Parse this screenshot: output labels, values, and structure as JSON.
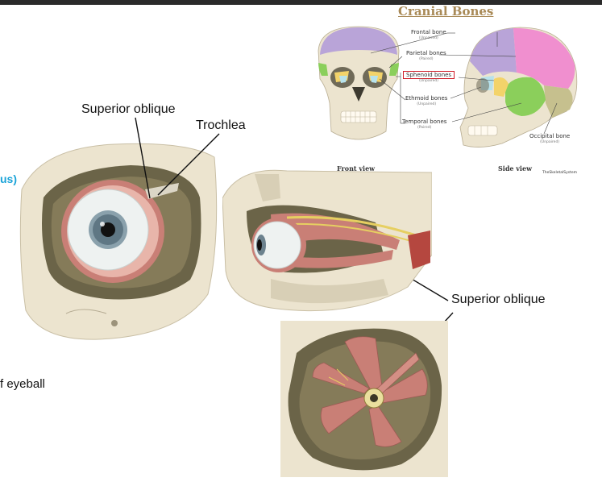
{
  "slide": {
    "partial_heading": "us)",
    "partial_text": "f eyeball"
  },
  "cranial": {
    "title": "Cranial Bones",
    "labels": {
      "frontal": "Frontal bone",
      "frontal_sub": "(Unpaired)",
      "parietal": "Parietal bones",
      "parietal_sub": "(Paired)",
      "sphenoid": "Sphenoid bones",
      "sphenoid_sub": "(Unpaired)",
      "ethmoid": "Ethmoid bones",
      "ethmoid_sub": "(Unpaired)",
      "temporal": "Temporal bones",
      "temporal_sub": "(Paired)",
      "occipital": "Occipital bone",
      "occipital_sub": "(Unpaired)"
    },
    "front_view": "Front view",
    "side_view": "Side view",
    "credit": "TheSkeletalSystem"
  },
  "labels": {
    "superior_oblique_1": "Superior oblique",
    "trochlea": "Trochlea",
    "superior_oblique_2": "Superior  oblique"
  },
  "colors": {
    "bone": "#ece4cf",
    "frontal": "#b9a4d8",
    "parietal": "#f08fcf",
    "occipital": "#c6c08e",
    "temporal": "#8bcf5b",
    "sphenoid": "#f3d36a",
    "ethmoid": "#b7e2ec",
    "muscle": "#c97f76",
    "orbit_dark": "#6b6448",
    "title": "#a98a57",
    "accent_blue": "#1aa3d8"
  }
}
